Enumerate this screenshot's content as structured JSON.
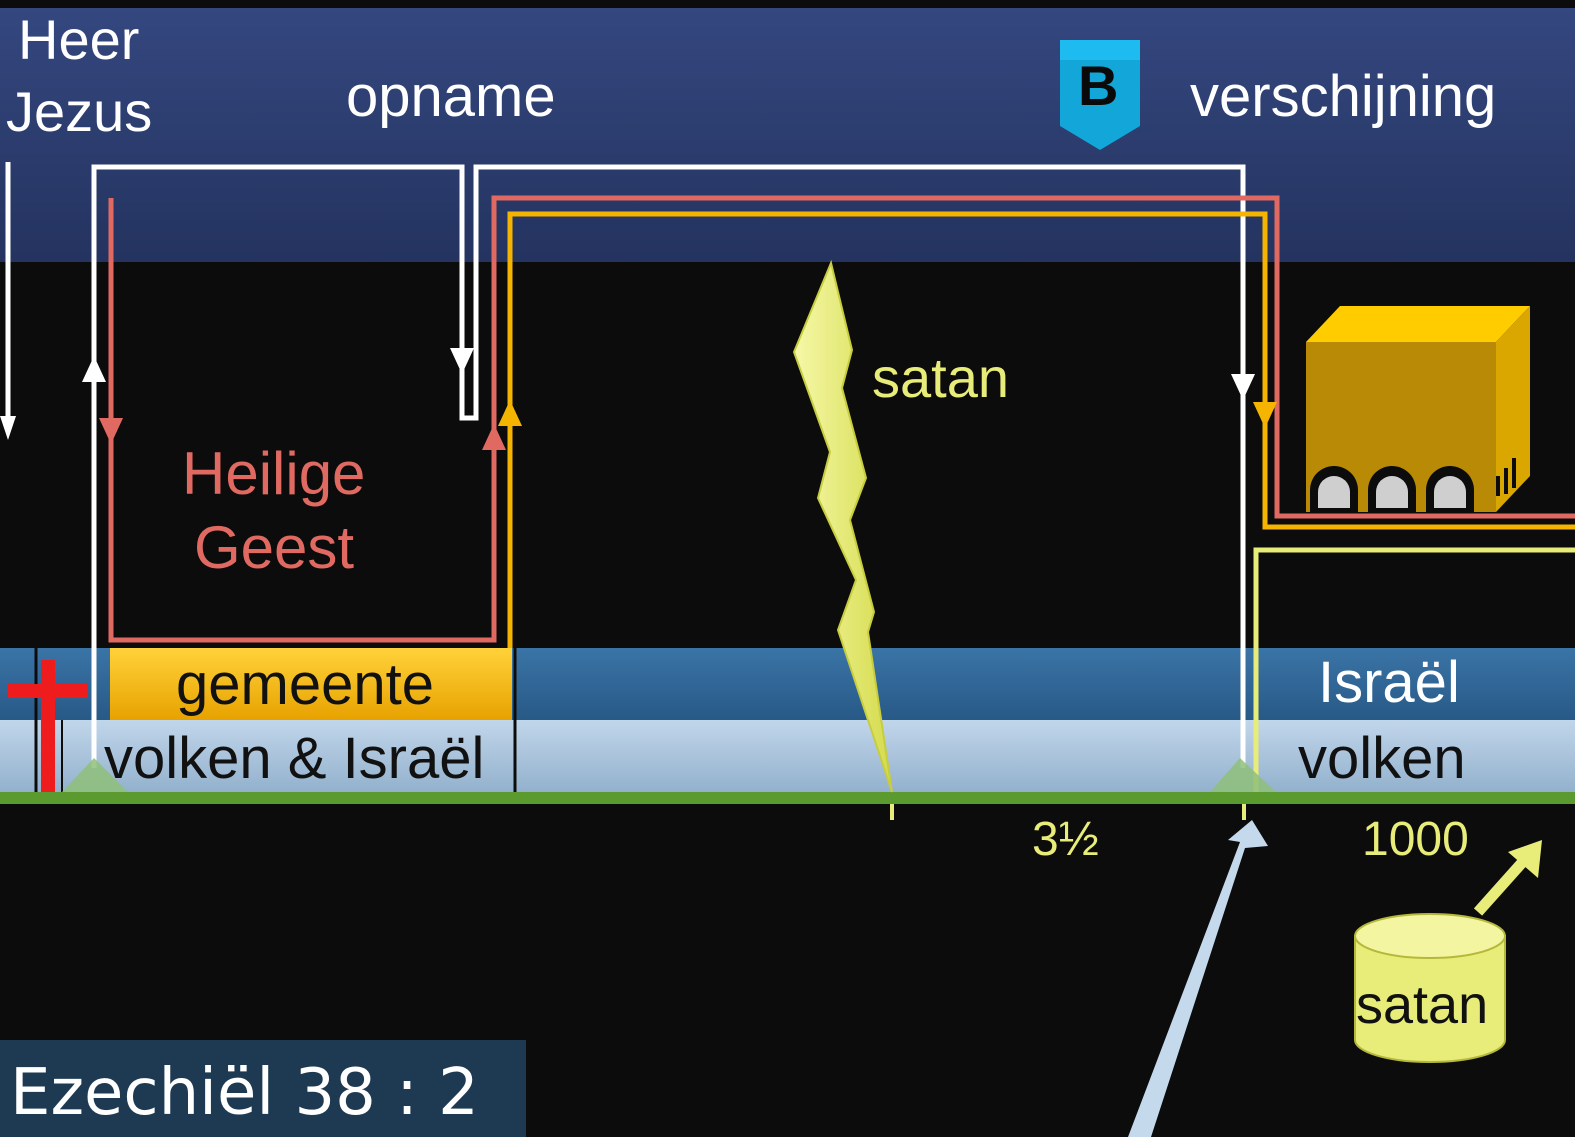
{
  "header": {
    "lord_line1": "Heer",
    "lord_line2": "Jezus",
    "rapture": "opname",
    "badge": "B",
    "appearing": "verschijning"
  },
  "labels": {
    "holy_spirit_line1": "Heilige",
    "holy_spirit_line2": "Geest",
    "satan_top": "satan",
    "church": "gemeente",
    "nations_israel": "volken & Israël",
    "israel": "Israël",
    "nations": "volken",
    "three_half": "3½",
    "thousand": "1000",
    "satan_pit": "satan"
  },
  "reference": "Ezechiël 38 : 2",
  "icons": [
    "cross-icon",
    "lightning-bolt-icon",
    "temple-icon",
    "bottomless-pit-icon",
    "badge-icon"
  ],
  "colors": {
    "header_band": "#2c3d73",
    "spirit_red": "#e06a62",
    "church_gold": "#f5b400",
    "satan_yellow": "#e8ec78",
    "israel_band": "#2f6596",
    "nations_band": "#a9c4dc",
    "timeline_green": "#5b9a2e",
    "cross_red": "#ee1c1c"
  }
}
